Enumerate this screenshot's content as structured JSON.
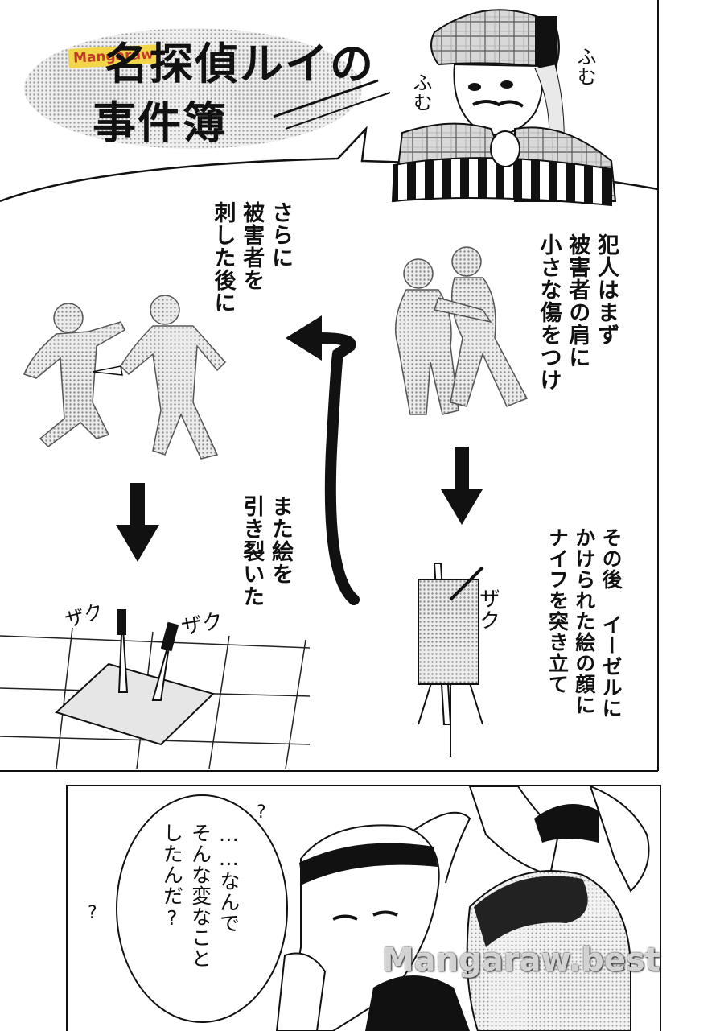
{
  "title": {
    "line1": "名探偵ルイの",
    "line2": "事件簿",
    "badge": "Mangaraw"
  },
  "sfx": {
    "fumu_right": "ふむ",
    "fumu_left": "ふむ",
    "zaku_easel": "ザク",
    "zaku_floor_left": "ザク",
    "zaku_floor_right": "ザク"
  },
  "captions": {
    "step1": "犯人はまず被害者の肩に小さな傷をつけ",
    "step2": "その後イーゼルにかけられた絵の顔にナイフを突き立て",
    "step3": "さらに被害者を刺した後に",
    "step4": "また絵を引き裂いた"
  },
  "caption_lines": {
    "step1": [
      "犯人はまず",
      "被害者の肩に",
      "小さな傷をつけ"
    ],
    "step2": [
      "その後 イーゼルに",
      "かけられた絵の顔に",
      "ナイフを突き立て"
    ],
    "step3": [
      "さらに",
      "被害者を",
      "刺した後に"
    ],
    "step4": [
      "また絵を",
      "引き裂いた"
    ]
  },
  "dialogue": {
    "lines": [
      "……なんで",
      "そんな変なこと",
      "したんだ?"
    ],
    "q1": "?",
    "q2": "?"
  },
  "watermark": "Mangaraw.best",
  "colors": {
    "ink": "#111111",
    "screentone": "#b8b8b8",
    "paper": "#ffffff",
    "badge": "#f3d54a"
  }
}
